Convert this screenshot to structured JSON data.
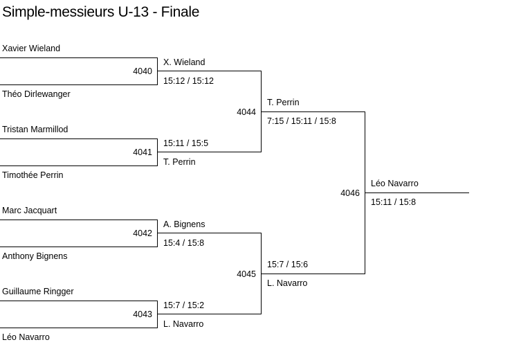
{
  "title": "Simple-messieurs U-13 - Finale",
  "round1": [
    {
      "match": "4040",
      "player1": "Xavier Wieland",
      "player2": "Théo Dirlewanger",
      "winner": "X. Wieland",
      "score": "15:12 / 15:12"
    },
    {
      "match": "4041",
      "player1": "Tristan Marmillod",
      "player2": "Timothée Perrin",
      "winner": "T. Perrin",
      "score": "15:11 / 15:5"
    },
    {
      "match": "4042",
      "player1": "Marc Jacquart",
      "player2": "Anthony Bignens",
      "winner": "A. Bignens",
      "score": "15:4 / 15:8"
    },
    {
      "match": "4043",
      "player1": "Guillaume Ringger",
      "player2": "Léo Navarro",
      "winner": "L. Navarro",
      "score": "15:7 / 15:2"
    }
  ],
  "round2": [
    {
      "match": "4044",
      "winner": "T. Perrin",
      "score": "7:15 / 15:11 / 15:8"
    },
    {
      "match": "4045",
      "winner": "L. Navarro",
      "score": "15:7 / 15:6"
    }
  ],
  "final": {
    "match": "4046",
    "winner": "Léo Navarro",
    "score": "15:11 / 15:8"
  }
}
